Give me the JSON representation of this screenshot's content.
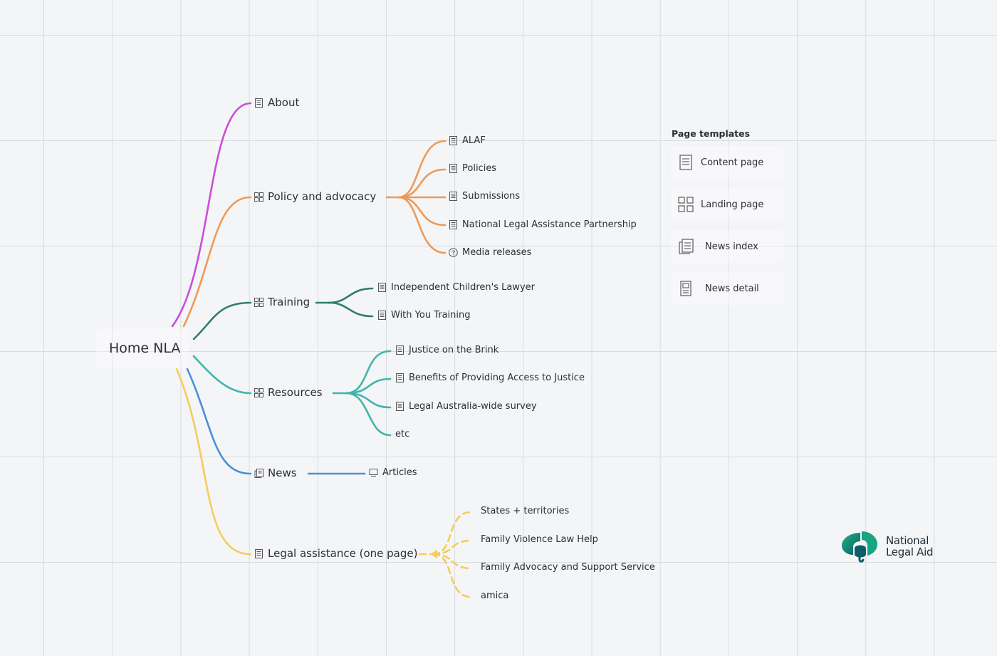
{
  "root": {
    "label": "Home NLA"
  },
  "branches": {
    "about": {
      "label": "About",
      "color": "#c94fd8"
    },
    "policy": {
      "label": "Policy and advocacy",
      "color": "#ee9a55",
      "children": [
        "ALAF",
        "Policies",
        "Submissions",
        "National Legal Assistance Partnership",
        "Media releases"
      ]
    },
    "training": {
      "label": "Training",
      "color": "#2f7d6d",
      "children": [
        "Independent Children's Lawyer",
        "With You Training"
      ]
    },
    "resources": {
      "label": "Resources",
      "color": "#40b5a8",
      "children": [
        "Justice on the Brink",
        "Benefits of Providing Access to Justice",
        "Legal Australia-wide survey",
        "etc"
      ]
    },
    "news": {
      "label": "News",
      "color": "#4a90d9",
      "children": [
        "Articles"
      ]
    },
    "legal": {
      "label": "Legal assistance (one page)",
      "color": "#f5cd5c",
      "children": [
        "States + territories",
        "Family Violence Law Help",
        "Family Advocacy and Support Service",
        "amica"
      ]
    }
  },
  "templates": {
    "title": "Page templates",
    "items": [
      "Content page",
      "Landing page",
      "News index",
      "News detail"
    ]
  },
  "logo": {
    "line1": "National",
    "line2": "Legal Aid"
  },
  "icons": {
    "content": "content-page-icon",
    "landing": "landing-page-icon",
    "news": "news-index-icon",
    "help": "help-circle-icon",
    "article": "article-icon"
  }
}
